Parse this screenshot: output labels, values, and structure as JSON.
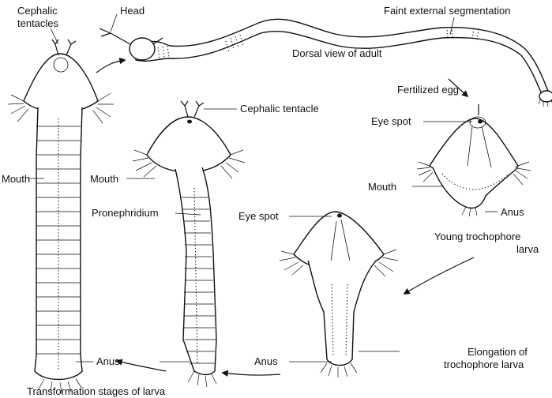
{
  "labels": {
    "cephalic_tentacles": [
      "Cephalic",
      "tentacles"
    ],
    "head": "Head",
    "faint_segmentation": "Faint external segmentation",
    "dorsal_view": "Dorsal view of adult",
    "fertilized_egg": "Fertilized egg",
    "cephalic_tentacle": "Cephalic tentacle",
    "mouth_left": "Mouth",
    "mouth_middle": "Mouth",
    "mouth_right": "Mouth",
    "eye_spot_right": "Eye spot",
    "eye_spot_middle": "Eye spot",
    "pronephridium": "Pronephridium",
    "anus_right": "Anus",
    "young_trochophore": [
      "Young trochophore",
      "larva"
    ],
    "elongation": [
      "Elongation of",
      "trochophore larva"
    ],
    "anus_bottom_left": "Anus",
    "anus_bottom_middle": "Anus",
    "caption": "Transformation stages of larva"
  }
}
